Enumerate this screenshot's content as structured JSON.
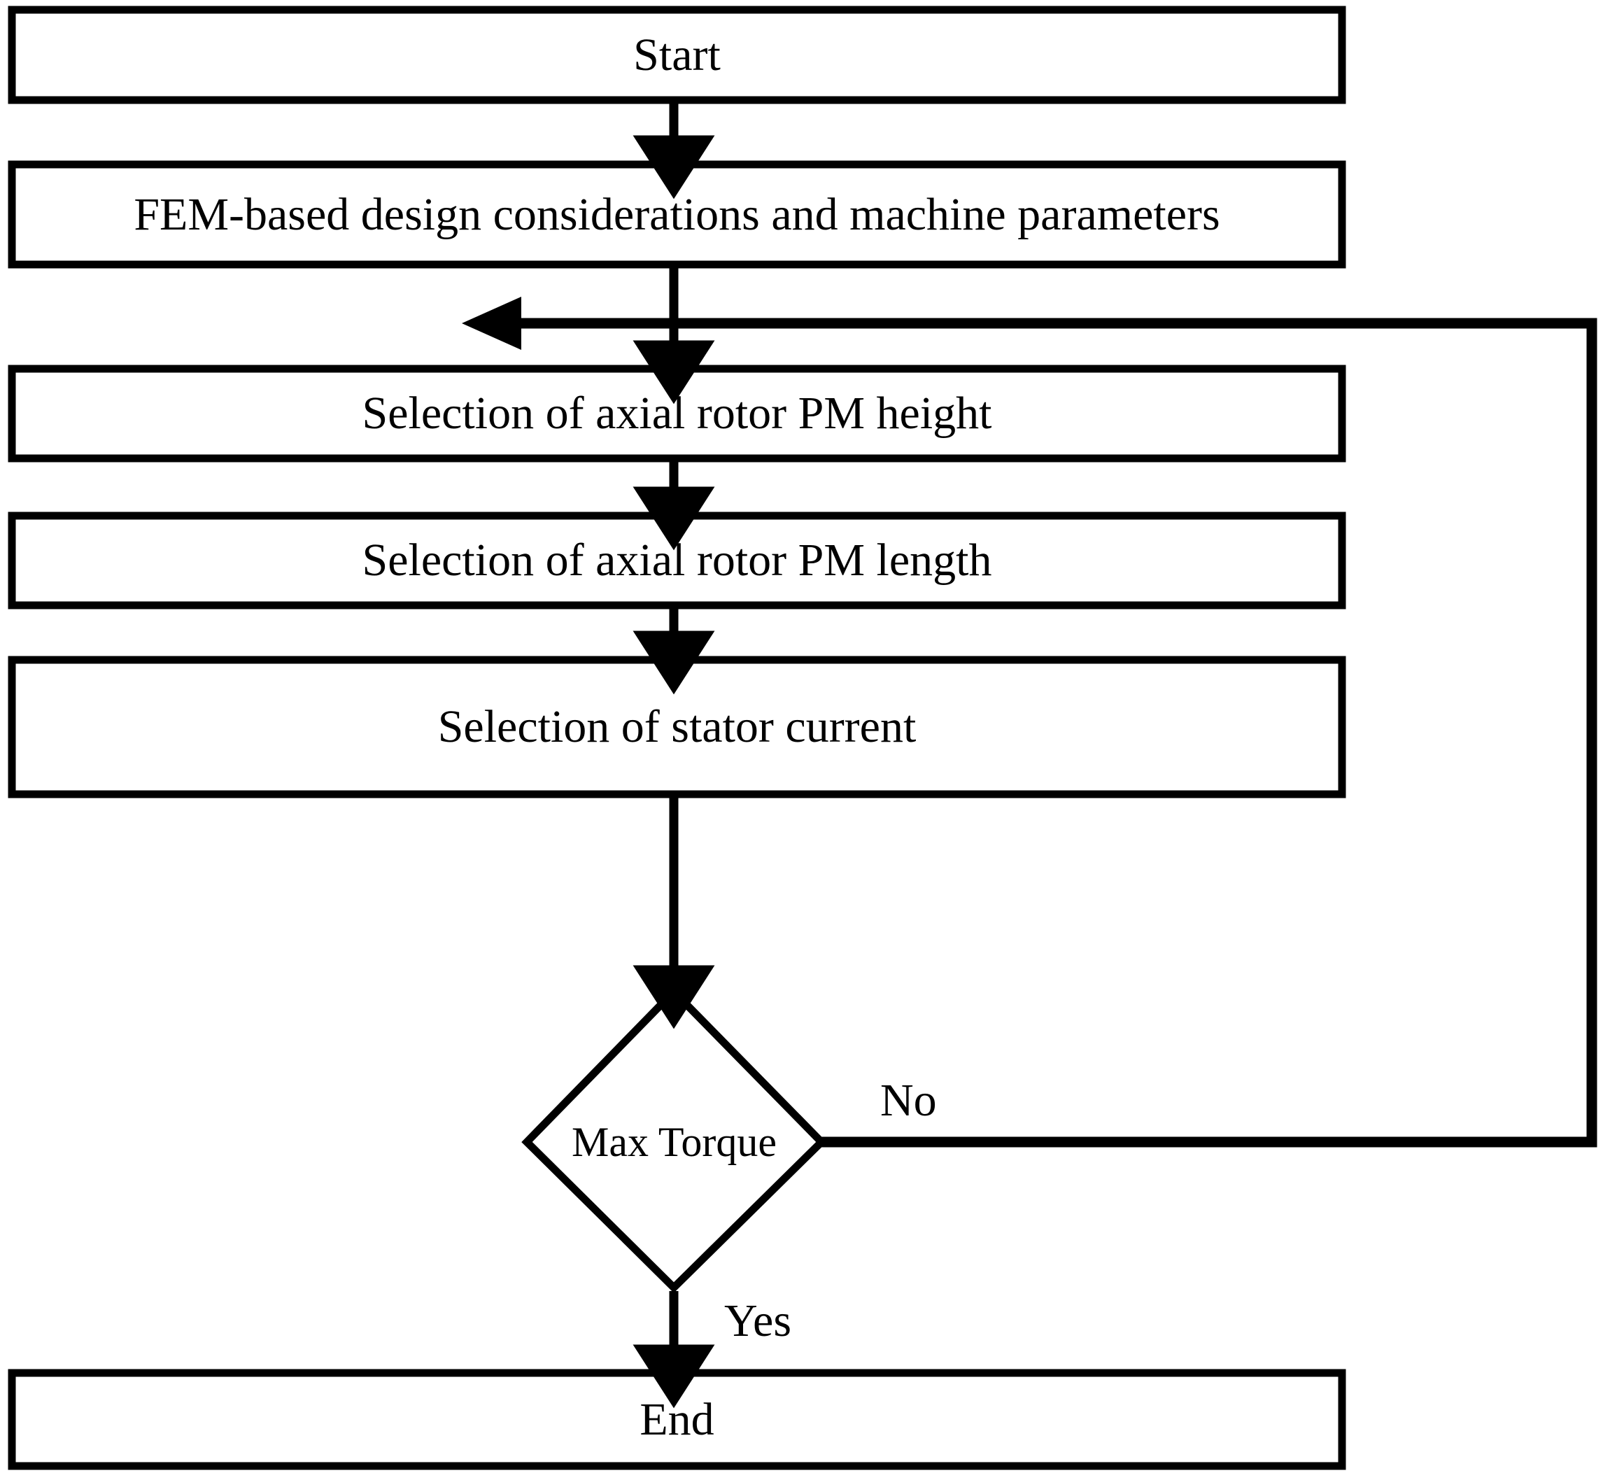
{
  "diagram": {
    "title": "FEM-based machine design optimization flowchart",
    "type": "flowchart",
    "stroke_color": "#000000",
    "fill_color": "#ffffff",
    "background": "#ffffff",
    "nodes": [
      {
        "id": "start",
        "shape": "rectangle",
        "label": "Start"
      },
      {
        "id": "fem",
        "shape": "rectangle",
        "label": "FEM-based design considerations and machine parameters"
      },
      {
        "id": "pmh",
        "shape": "rectangle",
        "label": "Selection of axial rotor PM height"
      },
      {
        "id": "pml",
        "shape": "rectangle",
        "label": "Selection of axial rotor PM length"
      },
      {
        "id": "current",
        "shape": "rectangle",
        "label": "Selection of stator current"
      },
      {
        "id": "decision",
        "shape": "diamond",
        "label": "Max Torque"
      },
      {
        "id": "end",
        "shape": "rectangle",
        "label": "End"
      }
    ],
    "edges": [
      {
        "from": "start",
        "to": "fem",
        "label": ""
      },
      {
        "from": "fem",
        "to": "pmh",
        "label": ""
      },
      {
        "from": "pmh",
        "to": "pml",
        "label": ""
      },
      {
        "from": "pml",
        "to": "current",
        "label": ""
      },
      {
        "from": "current",
        "to": "decision",
        "label": ""
      },
      {
        "from": "decision",
        "to": "end",
        "label": "Yes"
      },
      {
        "from": "decision",
        "to": "pmh",
        "label": "No"
      }
    ],
    "edge_labels": {
      "no": "No",
      "yes": "Yes"
    }
  }
}
